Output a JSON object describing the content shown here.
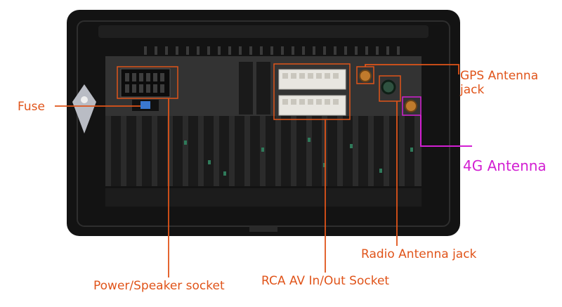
{
  "labels": {
    "gps": "GPS Antenna jack",
    "fuse": "Fuse",
    "antenna_4g": "4G Antenna",
    "radio": "Radio Antenna jack",
    "power": "Power/Speaker socket",
    "rca": "RCA AV In/Out Socket"
  },
  "colors": {
    "callout_orange": "#e0541a",
    "callout_purple": "#d21fd2",
    "panel_black": "#141414",
    "panel_dark": "#2a2a2a",
    "connector_white": "#e8e6e0"
  }
}
